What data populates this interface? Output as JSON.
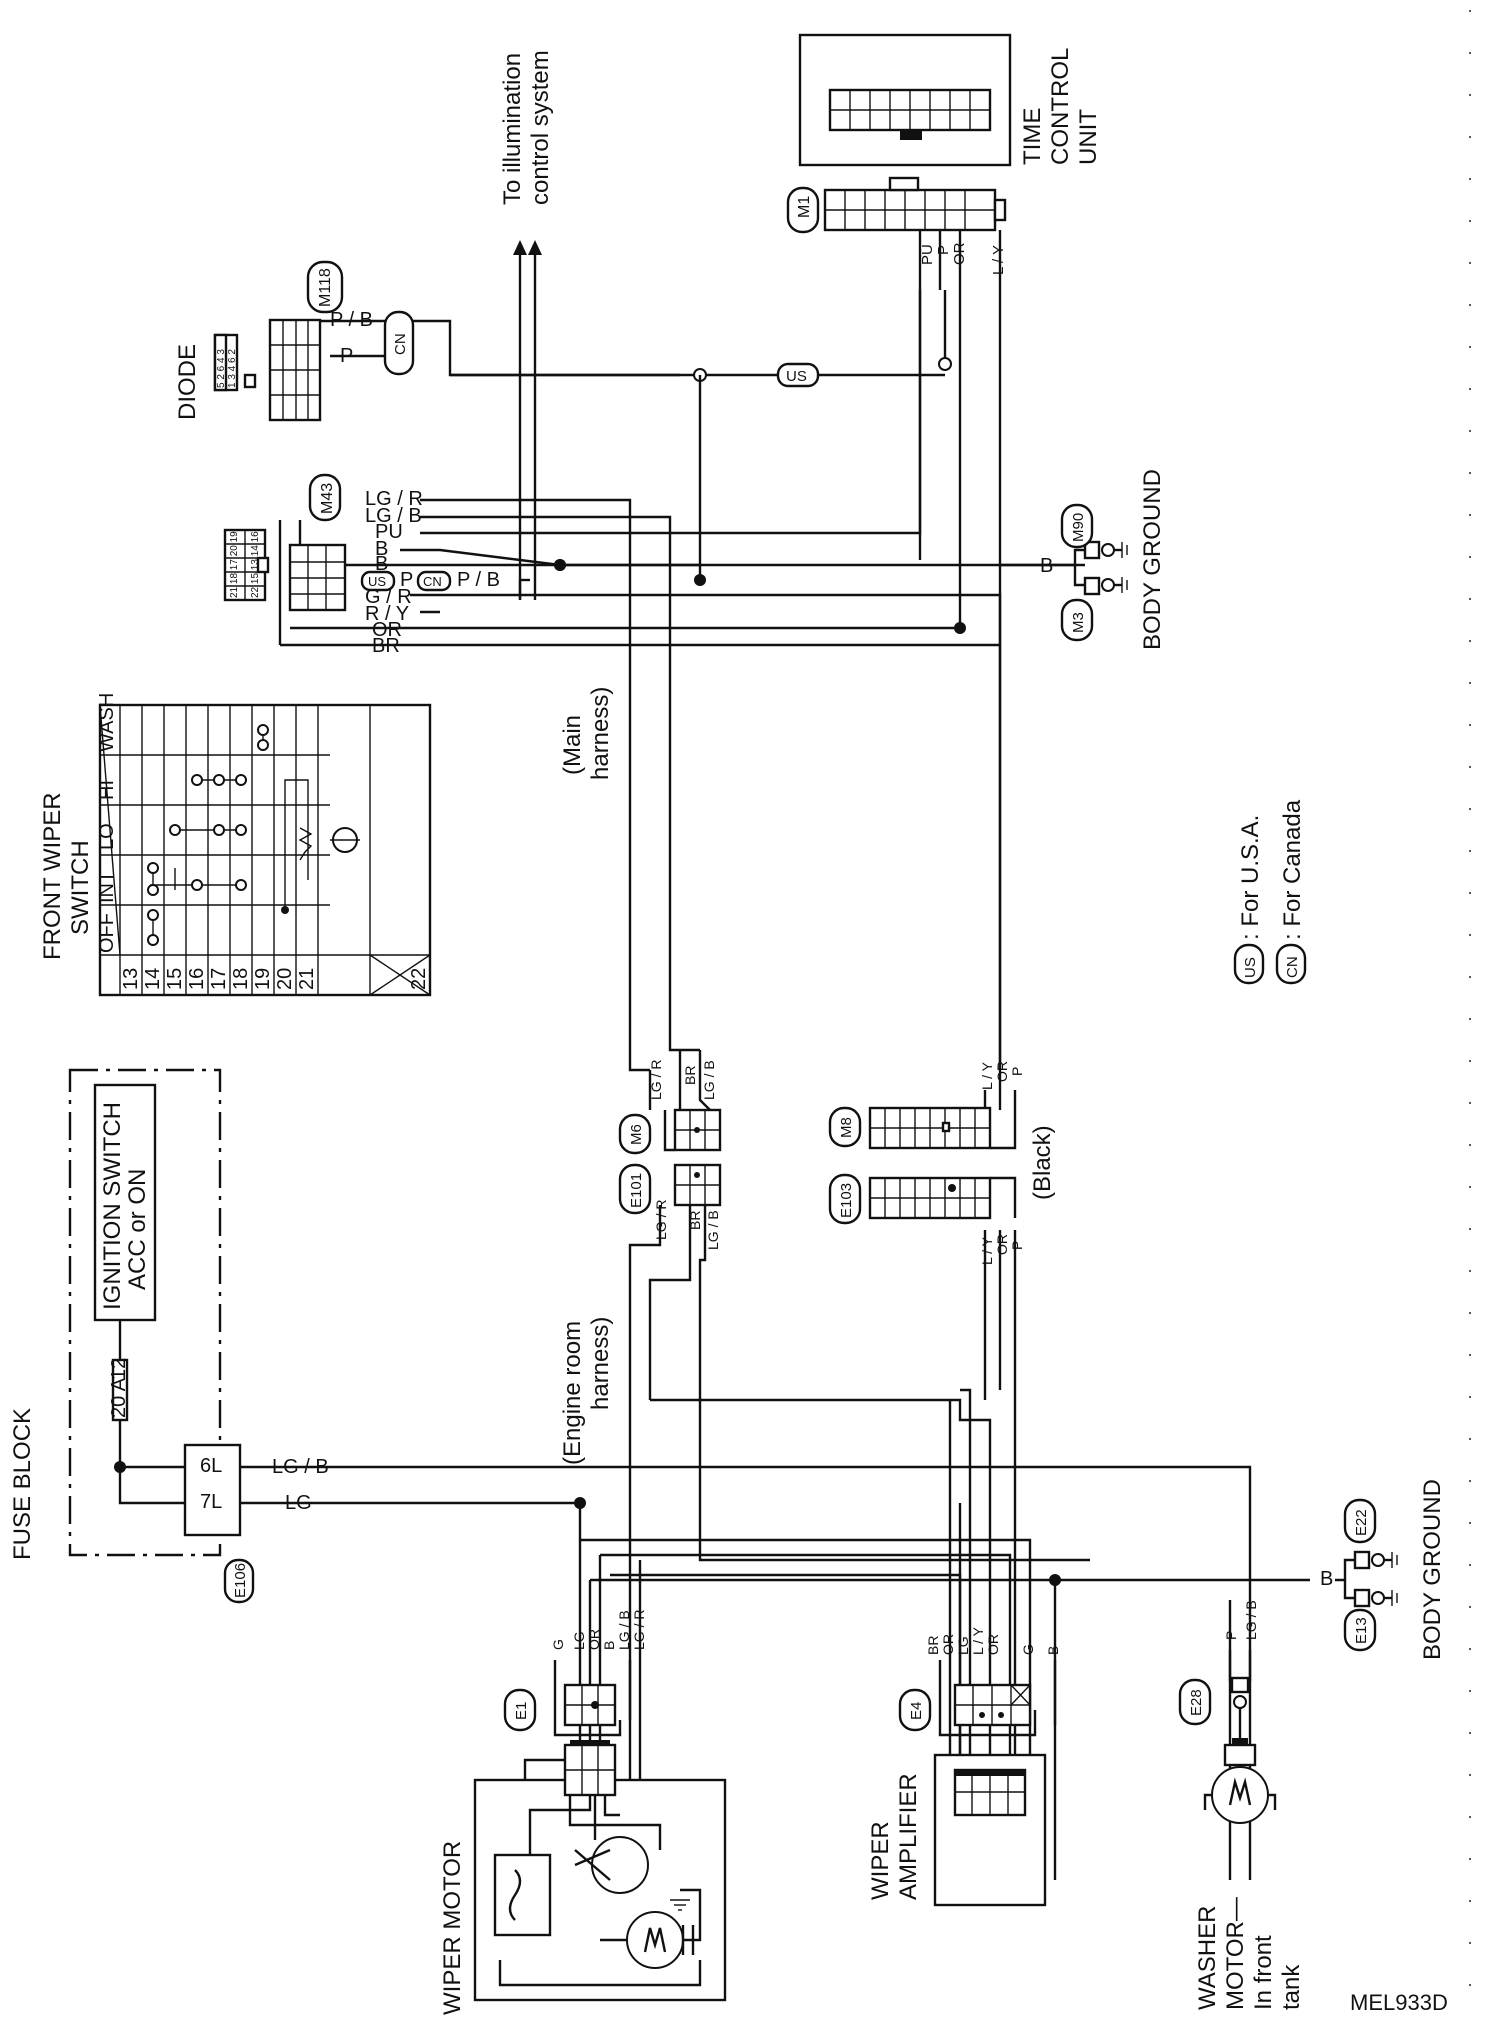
{
  "titles": {
    "fuse_block": "FUSE BLOCK",
    "front_wiper_switch_1": "FRONT WIPER",
    "front_wiper_switch_2": "SWITCH",
    "diode": "DIODE",
    "to_illumination_1": "To illumination",
    "to_illumination_2": "control system",
    "time_control_1": "TIME",
    "time_control_2": "CONTROL",
    "time_control_3": "UNIT",
    "body_ground_top": "BODY GROUND",
    "body_ground_bottom": "BODY GROUND",
    "main_harness_1": "(Main",
    "main_harness_2": "harness)",
    "engine_room_1": "(Engine room",
    "engine_room_2": "harness)",
    "black": "(Black)",
    "wiper_motor": "WIPER MOTOR",
    "wiper_amplifier_1": "WIPER",
    "wiper_amplifier_2": "AMPLIFIER",
    "washer_1": "WASHER",
    "washer_2": "MOTOR—",
    "washer_3": "In front",
    "washer_4": "tank",
    "ignition_1": "IGNITION SWITCH",
    "ignition_2": "ACC or ON",
    "figure_code": "MEL933D"
  },
  "fuse": {
    "rating": "20 A",
    "number": "12",
    "terminal_6": "6L",
    "terminal_7": "7L"
  },
  "legend": {
    "us_badge": "US",
    "us_text": ": For U.S.A.",
    "cn_badge": "CN",
    "cn_text": ": For Canada"
  },
  "connectors": {
    "e106": "E106",
    "m118": "M118",
    "m43": "M43",
    "m1": "M1",
    "m90": "M90",
    "m3": "M3",
    "m6": "M6",
    "e101": "E101",
    "m8": "M8",
    "e103": "E103",
    "e1": "E1",
    "e4": "E4",
    "e28": "E28",
    "e22": "E22",
    "e13": "E13"
  },
  "switch_table": {
    "columns": [
      "OFF",
      "INT",
      "LO",
      "HI",
      "WASH"
    ],
    "terminals": [
      "13",
      "14",
      "15",
      "16",
      "17",
      "18",
      "19",
      "20",
      "21",
      "22"
    ]
  },
  "m43_pins": {
    "row1": [
      "21",
      "18",
      "17",
      "20",
      "19"
    ],
    "row2": [
      "22",
      "15",
      "13",
      "14",
      "16"
    ]
  },
  "diode_pins": {
    "row1": [
      "5",
      "2",
      "6",
      "4",
      "3"
    ],
    "row2": [
      "1",
      "3",
      "4",
      "6",
      "2"
    ]
  },
  "wires": {
    "diode_pb": "P / B",
    "diode_p": "P",
    "diode_cn": "CN",
    "m43": [
      "LG / R",
      "LG / B",
      "PU",
      "B",
      "B",
      "P / B",
      "G / R",
      "R / Y",
      "OR",
      "BR"
    ],
    "m43_us": "US",
    "m43_p": "P",
    "m43_cn": "CN",
    "us_line": "US",
    "m1": [
      "PU",
      "P",
      "OR",
      "L / Y"
    ],
    "ground_b": "B",
    "m6": [
      "LG / R",
      "BR",
      "LG / B"
    ],
    "e101": [
      "LG / R",
      "BR",
      "LG / B"
    ],
    "m8": [
      "L / Y",
      "OR",
      "P"
    ],
    "e103": [
      "L / Y",
      "OR",
      "P"
    ],
    "fuse_lgb": "LG / B",
    "fuse_lg": "LG",
    "e1": [
      "G",
      "LG",
      "OR",
      "B",
      "LG / B",
      "LG / R"
    ],
    "e4": [
      "BR",
      "OR",
      "LG",
      "L / Y",
      "OR",
      "G",
      "B"
    ],
    "e28": [
      "P",
      "LG / B"
    ],
    "ground_b2": "B"
  }
}
